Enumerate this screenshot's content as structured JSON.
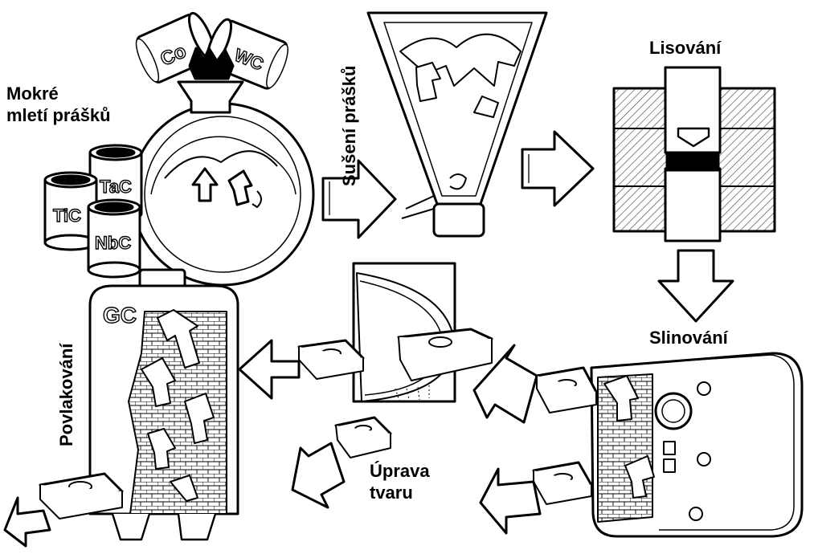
{
  "stages": {
    "milling": {
      "line1": "Mokré",
      "line2": "mletí prášků"
    },
    "drying": {
      "label": "Sušení prášků"
    },
    "pressing": {
      "label": "Lisování"
    },
    "sintering": {
      "label": "Slinování"
    },
    "shaping": {
      "line1": "Úprava",
      "line2": "tvaru"
    },
    "coating": {
      "label": "Povlakování"
    }
  },
  "powders": {
    "co": "Co",
    "wc": "WC",
    "tac": "TaC",
    "tic": "TiC",
    "nbc": "NbC"
  },
  "coating_vessel_mark": "GC",
  "colors": {
    "ink": "#000000",
    "paper": "#ffffff",
    "hatch": "#555555"
  }
}
